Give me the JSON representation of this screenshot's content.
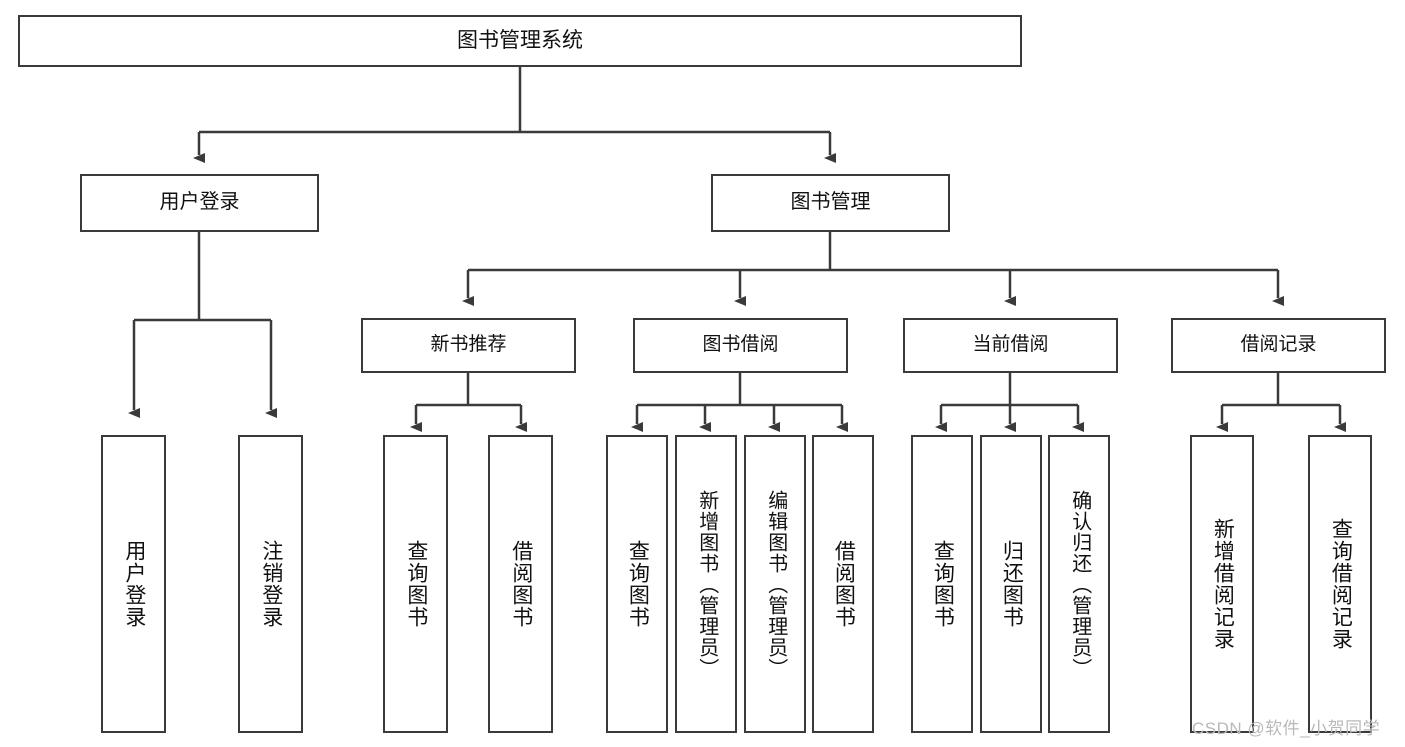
{
  "diagram": {
    "type": "tree",
    "title": "图书管理系统",
    "root": {
      "label": "图书管理系统"
    },
    "level1": [
      {
        "label": "用户登录"
      },
      {
        "label": "图书管理"
      }
    ],
    "level2": [
      {
        "label": "新书推荐",
        "parent": "图书管理"
      },
      {
        "label": "图书借阅",
        "parent": "图书管理"
      },
      {
        "label": "当前借阅",
        "parent": "图书管理"
      },
      {
        "label": "借阅记录",
        "parent": "图书管理"
      }
    ],
    "leaves": {
      "user_login": [
        {
          "label": "用户登录"
        },
        {
          "label": "注销登录"
        }
      ],
      "new_book_recommend": [
        {
          "label": "查询图书"
        },
        {
          "label": "借阅图书"
        }
      ],
      "book_borrow": [
        {
          "label": "查询图书"
        },
        {
          "label": "新增图书（管理员）"
        },
        {
          "label": "编辑图书（管理员）"
        },
        {
          "label": "借阅图书"
        }
      ],
      "current_borrow": [
        {
          "label": "查询图书"
        },
        {
          "label": "归还图书"
        },
        {
          "label": "确认归还（管理员）"
        }
      ],
      "borrow_record": [
        {
          "label": "新增借阅记录"
        },
        {
          "label": "查询借阅记录"
        }
      ]
    }
  },
  "watermark": {
    "text": "CSDN @软件_小贺同学"
  },
  "colors": {
    "stroke": "#3a3a3a",
    "box_fill": "#ffffff",
    "text": "#111111",
    "watermark": "#b9b9b9",
    "background": "#ffffff"
  }
}
